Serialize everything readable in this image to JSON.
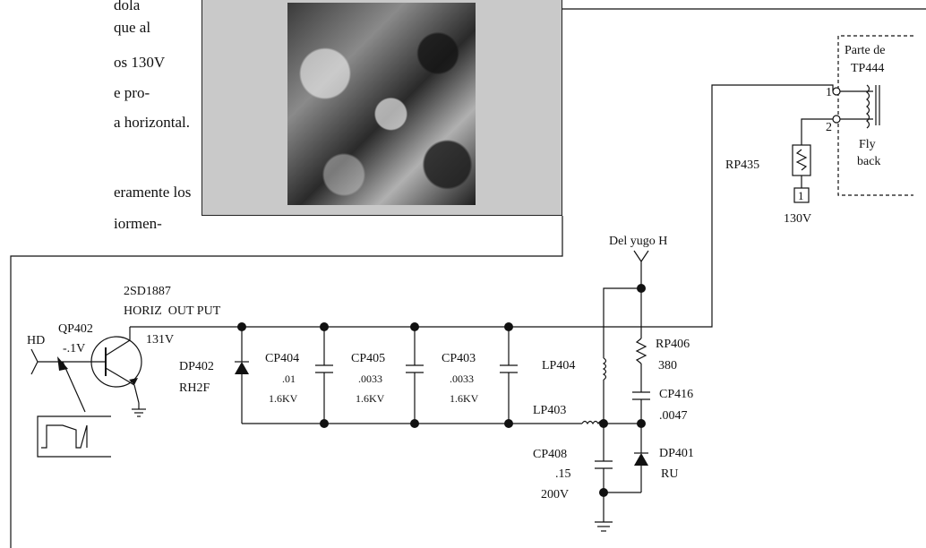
{
  "side_text": [
    "dola",
    "que al",
    "os 130V",
    "e pro-",
    "a horizontal.",
    "eramente los",
    "iormen-"
  ],
  "labels": {
    "parte_de": "Parte de",
    "tp444": "TP444",
    "pin1": "1",
    "pin2": "2",
    "fly": "Fly",
    "back": "back",
    "rp435": "RP435",
    "terminal1": "1",
    "v130": "130V",
    "del_yugo": "Del yugo H",
    "transistor_part": "2SD1887",
    "horiz_output": "HORIZ  OUT PUT",
    "hd": "HD",
    "qp402": "QP402",
    "base_v": "-.1V",
    "collector_v": "131V",
    "dp402": "DP402",
    "rh2f": "RH2F",
    "cp404": "CP404",
    "cp404_val": ".01",
    "cp404_kv": "1.6KV",
    "cp405": "CP405",
    "cp405_val": ".0033",
    "cp405_kv": "1.6KV",
    "cp403": "CP403",
    "cp403_val": ".0033",
    "cp403_kv": "1.6KV",
    "lp404": "LP404",
    "rp406": "RP406",
    "rp406_val": "380",
    "cp416": "CP416",
    "cp416_val": ".0047",
    "lp403": "LP403",
    "cp408": "CP408",
    "cp408_val": ".15",
    "cp408_v": "200V",
    "dp401": "DP401",
    "ru": "RU"
  }
}
